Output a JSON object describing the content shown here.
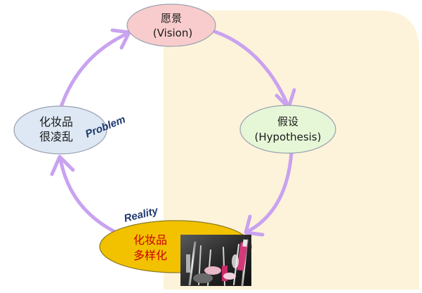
{
  "nodes": {
    "vision": {
      "line1": "愿景",
      "line2": "(Vision)",
      "fill": "#f8cccc",
      "stroke": "#9aa0b0"
    },
    "hypothesis": {
      "line1": "假设",
      "line2": "(Hypothesis)",
      "fill": "#e6f7d8",
      "stroke": "#9aa0b0"
    },
    "problem_state": {
      "line1": "化妆品",
      "line2": "很凌乱",
      "fill": "#dde8f4",
      "stroke": "#9aa0b0"
    },
    "reality_state": {
      "line1": "化妆品",
      "line2": "多样化",
      "fill": "#f2c200",
      "stroke": "#8a7a20"
    }
  },
  "edge_labels": {
    "problem": "Problem",
    "reality": "Reality"
  },
  "photo": {
    "subject": "cosmetic-brushes-photo"
  },
  "colors": {
    "background_panel": "#fdf3da",
    "arrow": "#c9a2f0",
    "edge_label": "#1f3a6e",
    "reality_text": "#cc0000"
  }
}
